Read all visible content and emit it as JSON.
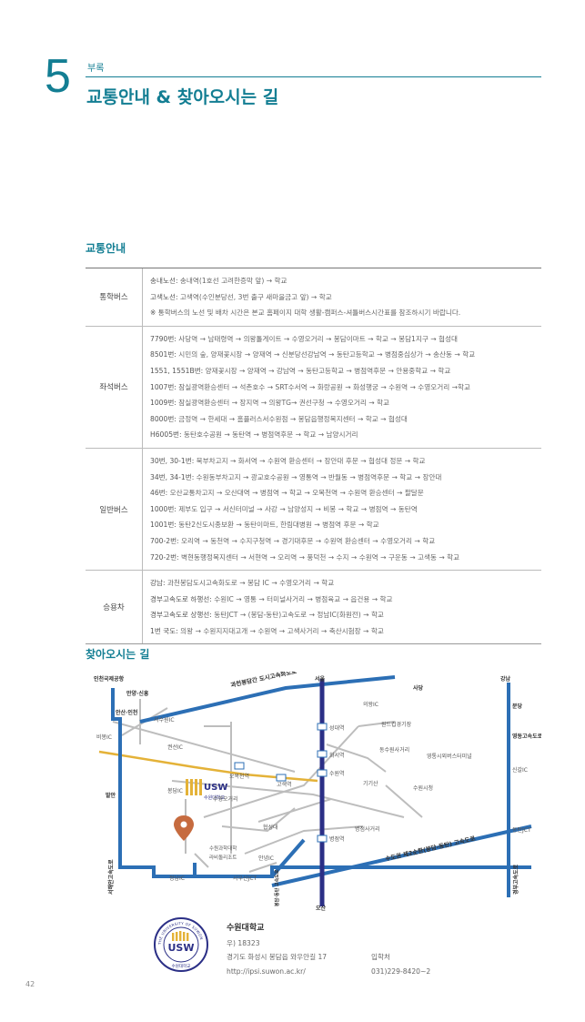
{
  "header": {
    "chapter_number": "5",
    "chapter_sub": "부록",
    "title": "교통안내 & 찾아오시는 길"
  },
  "transport": {
    "section_title": "교통안내",
    "rows": [
      {
        "category": "통학버스",
        "lines": [
          {
            "head": "송내노선:",
            "text": " 송내역(1호선 고려한증막 앞) → 학교"
          },
          {
            "head": "고색노선:",
            "text": " 고색역(수인분당선, 3번 출구 새마을금고 앞) → 학교"
          },
          {
            "head": "※",
            "text": " 통학버스의 노선 및 배차 시간은 본교 홈페이지 대학 생활-캠퍼스-셔틀버스시간표를 참조하시기 바랍니다."
          }
        ]
      },
      {
        "category": "좌석버스",
        "lines": [
          {
            "head": "7790번:",
            "text": " 사당역 → 남태령역 → 의왕톨게이트 → 수영오거리 → 봉담이마트 → 학교 → 봉담1지구 → 협성대"
          },
          {
            "head": "8501번:",
            "text": " 시민의 숲, 양재꽃시장 → 양재역 → 신분당선강남역 → 동탄고등학교 → 병점중심상가 → 송산동 → 학교"
          },
          {
            "head": "1551, 1551B번:",
            "text": " 양재꽃시장 → 양재역 → 강남역 → 동탄고등학교 → 병점역후문 → 안용중학교 → 학교"
          },
          {
            "head": "1007번:",
            "text": " 잠실광역환승센터 → 석촌호수 → SRT수서역 → 화랑공원 → 화성행궁 → 수원역 → 수영오거리 →학교"
          },
          {
            "head": "1009번:",
            "text": " 잠실광역환승센터 → 장지역 → 의왕TG→ 권선구청 → 수영오거리 → 학교"
          },
          {
            "head": "8000번:",
            "text": " 금정역 → 한세대 → 홈플러스서수원점 → 봉담읍행정복지센터 → 학교 → 협성대"
          },
          {
            "head": "H6005번:",
            "text": " 동탄호수공원 → 동탄역 → 병점역후문 → 학교 → 남양시거리"
          }
        ]
      },
      {
        "category": "일반버스",
        "lines": [
          {
            "head": "30번, 30-1번:",
            "text": " 북부차고지 → 화서역 → 수원역 환승센터 → 장안대 후문 → 협성대 정문 → 학교"
          },
          {
            "head": "34번, 34-1번:",
            "text": " 수원동부차고지 → 광교호수공원 → 영통역 → 반월동 → 병점역후문 → 학교 → 장안대"
          },
          {
            "head": "46번:",
            "text": " 오산교통차고지 → 오산대역 → 병점역 → 학교 → 오목천역 → 수원역 환승센터 → 팔달문"
          },
          {
            "head": "1000번:",
            "text": " 제부도 입구 → 서신터미널 → 사강 → 남양성지 → 비봉 → 학교 → 병점역 → 동탄역"
          },
          {
            "head": "1001번:",
            "text": " 동탄2신도시종보환 → 동탄이마트, 한림대병원 → 병점역 후문 → 학교"
          },
          {
            "head": "700-2번:",
            "text": " 오리역 → 동천역 → 수지구청역 → 경기대후문 → 수원역 환승센터 → 수영오거리 → 학교"
          },
          {
            "head": "720-2번:",
            "text": " 벽현동행정복지센터 → 서현역 → 오리역 → 풍덕천 → 수지 → 수원역 → 구운동 → 고색동 → 학교"
          }
        ]
      },
      {
        "category": "승용차",
        "lines": [
          {
            "head": "강남:",
            "text": " 과천봉담도시고속화도로 → 봉담 IC → 수영오거리 → 학교"
          },
          {
            "head": "경부고속도로 하행선:",
            "text": " 수원IC → 영통 → 터미널사거리 → 병점육교 → 읍건용 → 학교"
          },
          {
            "head": "경부고속도로 상행선:",
            "text": " 동탄JCT → (봉담-동탄)고속도로 → 정남IC(화원전) → 학교"
          },
          {
            "head": "1번 국도:",
            "text": " 의왕 → 수원지지대고개 → 수원역 → 고색사거리 → 축산시험장 → 학교"
          }
        ]
      }
    ]
  },
  "directions": {
    "section_title": "찾아오시는 길"
  },
  "map": {
    "labels": {
      "incheon_airport": "인천국제공항",
      "manyang": "만양·신흥",
      "ansan_incheon": "안산·인천",
      "seosuwon_ic": "서수원IC",
      "bibong_ic": "비봉IC",
      "balan": "발안",
      "seohaean": "서해안고속도로",
      "seoul": "서울",
      "sadang": "사당",
      "gangnam": "강남",
      "bundang": "분당",
      "yeongdong": "영동고속도로",
      "singal_ic": "신갈IC",
      "dongtan_jct": "동탄JCT",
      "gyeongbu": "경부고속도로",
      "gwacheon_road": "과천봉담간 도시고속화도로",
      "uiwang_ic": "의왕IC",
      "wonder_stadium": "원드컵경기장",
      "seongdaeyeok": "성대역",
      "hwaseoyeok": "화서역",
      "suwonyeok": "수원역",
      "suwon_city_hall": "수원시청",
      "youngtong_terminal": "영통시외버스터미널",
      "dongsuwon": "동수원사거리",
      "gwonseon_ic": "권선IC",
      "omokcheon": "오목천역",
      "goseok": "고색역",
      "bongdam_ic": "봉담IC",
      "suyoung": "수영오거리",
      "gigi_san": "기기산",
      "hyupsung": "협성대",
      "byeongjeom": "병점역",
      "byeongjeom_cross": "병점사거리",
      "jeongnam_ic": "정남IC",
      "sisan_jct": "시우산JCT",
      "anyeong_ic": "안녕IC",
      "bongdam_dongtan": "봉담·동탄 고속도로",
      "ring2": "수도권 제2순환(봉담-동탄) 고속도로",
      "osan": "오산",
      "univ_label1": "수원과학대학",
      "univ_label2": "라비돌리조트",
      "usw_logo_text": "USW",
      "usw_logo_sub": "수원대학교"
    }
  },
  "contact": {
    "name": "수원대학교",
    "zip": "우) 18323",
    "address": "경기도 화성시 봉담읍 와우안길 17",
    "address_label": "입학처",
    "url": "http://ipsi.suwon.ac.kr/",
    "phone": "031)229-8420~2",
    "logo_text": "USW",
    "logo_ring": "THE UNIVERSITY OF SUWON",
    "logo_sub": "수원대학교"
  },
  "page_number": "42",
  "colors": {
    "accent": "#137e93",
    "road_blue": "#2c6fb5",
    "rail_navy": "#2b2f86",
    "line_yellow": "#e4b238",
    "marker": "#c66b3f"
  }
}
